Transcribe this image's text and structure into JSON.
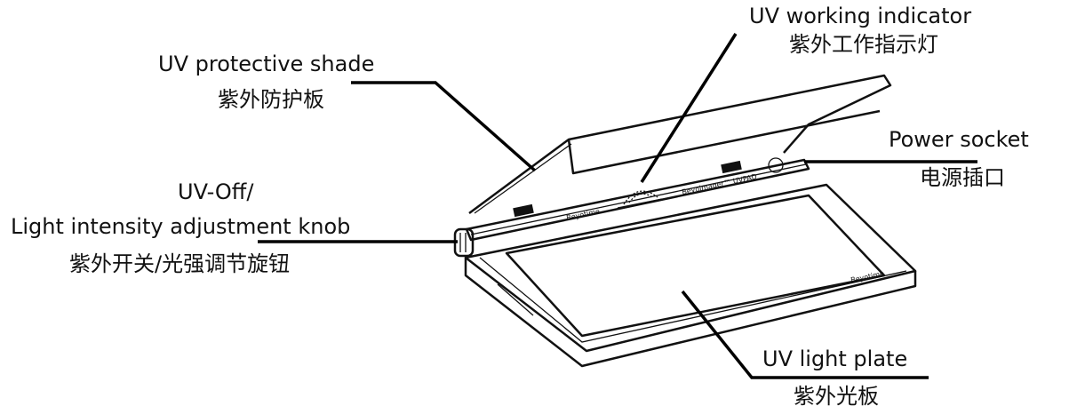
{
  "labels": {
    "shade": {
      "en": "UV protective shade",
      "zh": "紫外防护板"
    },
    "indicator": {
      "en": "UV working indicator",
      "zh": "紫外工作指示灯"
    },
    "socket": {
      "en": "Power socket",
      "zh": "电源插口"
    },
    "knob": {
      "en_line1": "UV-Off/",
      "en_line2": "Light intensity adjustment knob",
      "zh": "紫外开关/光强调节旋钮"
    },
    "plate": {
      "en": "UV light plate",
      "zh": "紫外光板"
    }
  },
  "device": {
    "brand": "Beyotime",
    "model": "Beyolmager™ UVPAD"
  }
}
